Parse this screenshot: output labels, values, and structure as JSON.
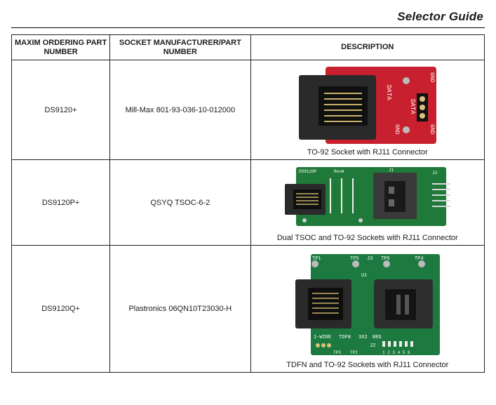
{
  "header": {
    "title": "Selector Guide"
  },
  "table": {
    "columns": [
      "MAXIM ORDERING PART NUMBER",
      "SOCKET MANUFACTURER/PART NUMBER",
      "DESCRIPTION"
    ],
    "rows": [
      {
        "part": "DS9120+",
        "socket": "Mill-Max 801-93-036-10-012000",
        "description": "TO-92 Socket with RJ11 Connector",
        "board": {
          "color": "#c8202e",
          "labels": [
            "DATA",
            "GND",
            "DATA",
            "GND",
            "GND"
          ]
        }
      },
      {
        "part": "DS9120P+",
        "socket": "QSYQ TSOC-6-2",
        "description": "Dual TSOC and TO-92 Sockets with RJ11 Connector",
        "board": {
          "color": "#1f7a3a",
          "labels": [
            "DS9120P",
            "RevA",
            "J1",
            "J2"
          ]
        }
      },
      {
        "part": "DS9120Q+",
        "socket": "Plastronics 06QN10T23030-H",
        "description": "TDFN and TO-92 Sockets with RJ11 Connector",
        "board": {
          "color": "#1c7a40",
          "labels": [
            "TP1",
            "TP5",
            "J3",
            "TP6",
            "TP4",
            "U1",
            "1-WIRE",
            "TDFN",
            "3X2",
            "REG",
            "J2",
            "TP3",
            "TP2",
            "1 2 3 4 5 6"
          ]
        }
      }
    ]
  }
}
